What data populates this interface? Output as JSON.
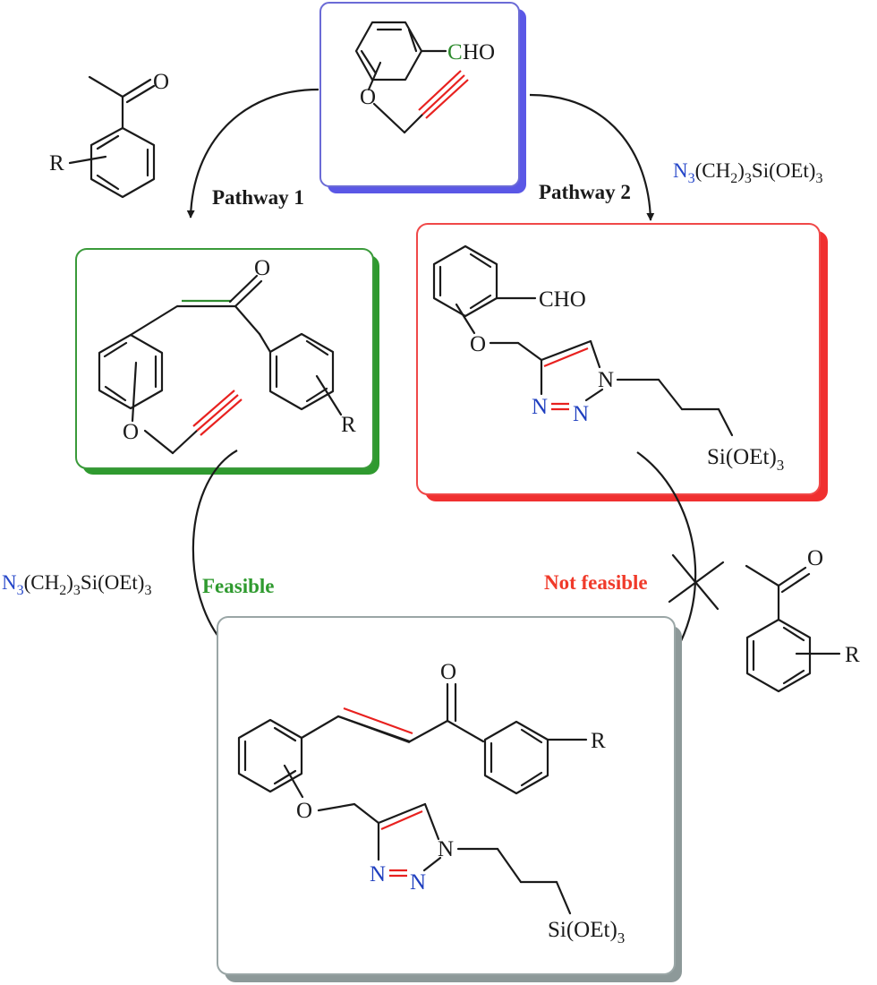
{
  "colors": {
    "ink": "#1a1a1a",
    "carbon_green": "#2e8b2e",
    "alkyne_red": "#e8211f",
    "azide_blue": "#2647c9",
    "triazole_n_blue": "#1f3fbf",
    "feasible_green": "#2f9a2f",
    "not_feasible_red": "#f03a2a",
    "start_box_border": "#6b6bd6",
    "start_box_shadow": "#5a57e6",
    "pathway1_box_border": "#3a9a3a",
    "pathway1_box_shadow": "#2f9a2f",
    "pathway2_box_border": "#f04848",
    "pathway2_box_shadow": "#f03030",
    "product_box_border": "#9aa6a6",
    "product_box_shadow": "#8d9999"
  },
  "start": {
    "carbonyl_c": "C",
    "carbonyl_ho": "HO",
    "ether_o": "O"
  },
  "acetophenone_top": {
    "oxygen": "O",
    "substituent": "R"
  },
  "acetophenone_right": {
    "oxygen": "O",
    "substituent": "R"
  },
  "pathway1": {
    "label": "Pathway 1",
    "chalcone": {
      "carbonyl_o": "O",
      "ether_o": "O",
      "substituent": "R"
    },
    "outcome": "Feasible"
  },
  "pathway2": {
    "label": "Pathway 2",
    "intermediate": {
      "aldehyde": "CHO",
      "ether_o": "O",
      "n1": "N",
      "n2": "N",
      "n3": "N",
      "silyl_si": "Si(OEt)",
      "silyl_sub": "3"
    },
    "outcome": "Not feasible"
  },
  "azide_reagent": {
    "n": "N",
    "n_sub": "3",
    "chain": "(CH",
    "chain_sub": "2",
    "chain_close": ")",
    "count_sub": "3",
    "silyl": "Si(OEt)",
    "silyl_sub": "3"
  },
  "product": {
    "carbonyl_o": "O",
    "ether_o": "O",
    "substituent": "R",
    "n1": "N",
    "n2": "N",
    "n3": "N",
    "silyl_si": "Si(OEt)",
    "silyl_sub": "3"
  }
}
